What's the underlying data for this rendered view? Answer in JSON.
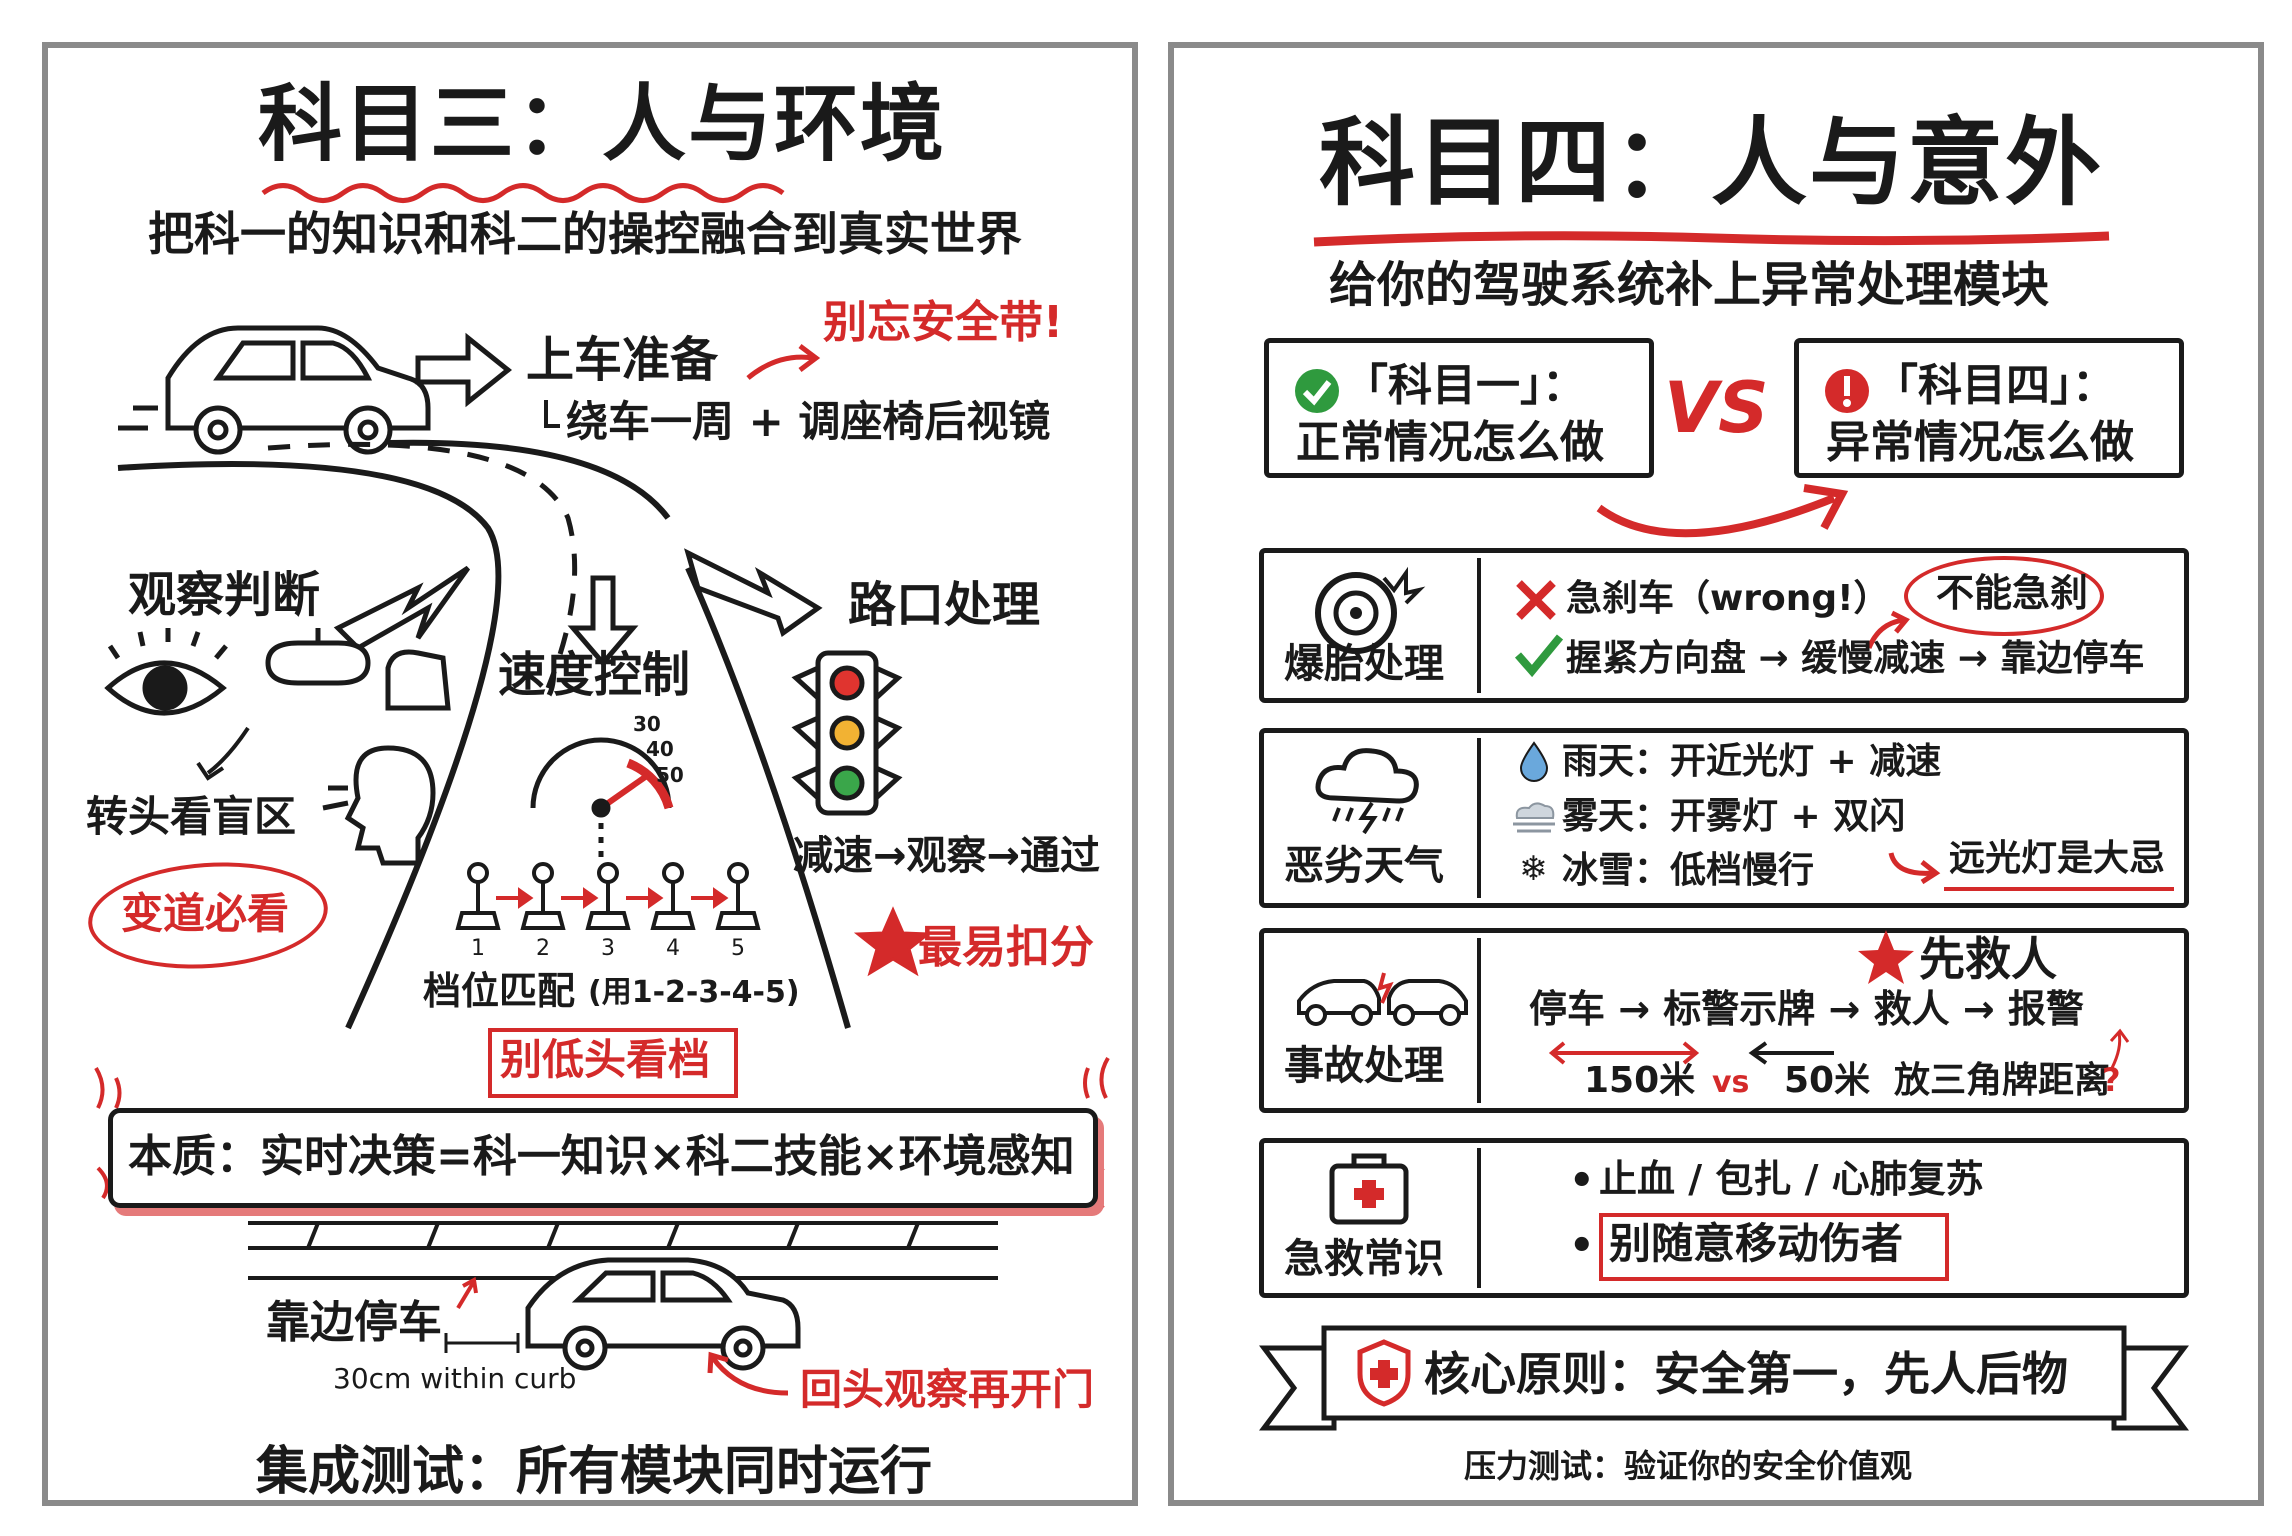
{
  "left": {
    "title": "科目三：人与环境",
    "subtitle": "把科一的知识和科二的操控融合到真实世界",
    "prep": {
      "label": "上车准备",
      "note": "别忘安全带!",
      "detail": "绕车一周 + 调座椅后视镜"
    },
    "observe": {
      "label": "观察判断",
      "sub": "转头看盲区",
      "badge": "变道必看"
    },
    "speed": {
      "label": "速度控制",
      "gauge_ticks": [
        "30",
        "40",
        "50"
      ],
      "gear_numbers": [
        "1",
        "2",
        "3",
        "4",
        "5"
      ],
      "gear_label": "档位匹配",
      "gear_note": "(用1-2-3-4-5)",
      "warn": "别低头看档"
    },
    "junction": {
      "label": "路口处理",
      "steps": "减速→观察→通过",
      "warn": "最易扣分"
    },
    "essence": "本质：实时决策=科一知识×科二技能×环境感知",
    "park": {
      "label": "靠边停车",
      "distance": "30cm within curb",
      "note": "回头观察再开门"
    },
    "footer": "集成测试：所有模块同时运行"
  },
  "right": {
    "title": "科目四：人与意外",
    "subtitle": "给你的驾驶系统补上异常处理模块",
    "compare": {
      "left_title": "「科目一」：",
      "left_desc": "正常情况怎么做",
      "vs": "VS",
      "right_title": "「科目四」：",
      "right_desc": "异常情况怎么做"
    },
    "tire": {
      "label": "爆胎处理",
      "wrong": "急刹车（wrong!）",
      "badge": "不能急刹",
      "right": "握紧方向盘 → 缓慢减速 → 靠边停车"
    },
    "weather": {
      "label": "恶劣天气",
      "rain": "雨天：开近光灯 + 减速",
      "fog": "雾天：开雾灯 + 双闪",
      "snow": "冰雪：低档慢行",
      "note": "远光灯是大忌"
    },
    "accident": {
      "label": "事故处理",
      "star": "先救人",
      "steps": "停车 → 标警示牌 → 救人 → 报警",
      "d1": "150米",
      "vs": "vs",
      "d2": "50米",
      "d2_note": "放三角牌距离",
      "q": "?"
    },
    "firstaid": {
      "label": "急救常识",
      "item1": "止血 / 包扎 / 心肺复苏",
      "item2": "别随意移动伤者"
    },
    "banner": "核心原则：安全第一，先人后物",
    "footer": "压力测试：验证你的安全价值观"
  }
}
